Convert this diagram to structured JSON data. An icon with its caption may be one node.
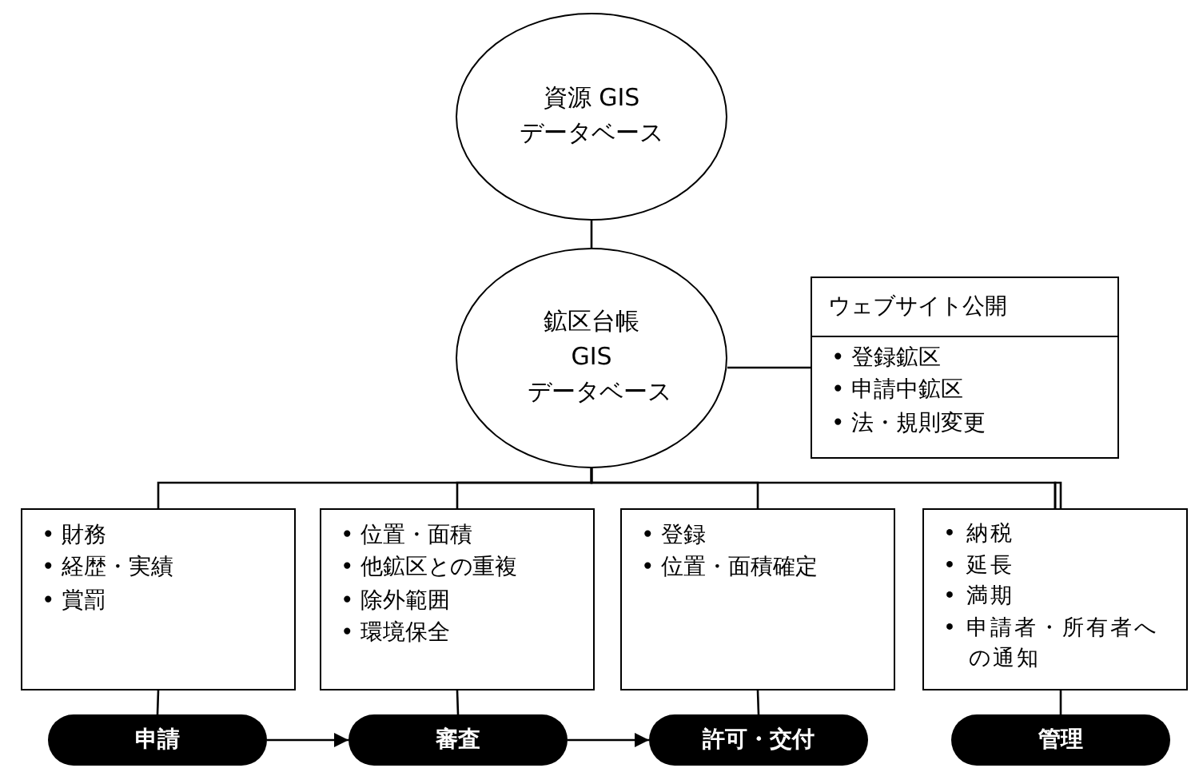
{
  "diagram": {
    "nodes": [
      {
        "text": [
          "資源 GIS データベース"
        ]
      },
      {
        "text": [
          "鉱区台帳 GIS データベース"
        ]
      },
      {
        "text": [
          "ウェブサイト公開",
          "• 登録鉱区",
          "• 申請中鉱区",
          "• 法・規則変更"
        ]
      },
      {
        "text": [
          "• 財務",
          "• 経歴・実績",
          "• 賞罰"
        ]
      },
      {
        "text": [
          "• 位置・面積",
          "• 他鉱区との重複",
          "• 除外範囲",
          "• 環境保全"
        ]
      },
      {
        "text": [
          "• 登録",
          "• 位置・面積確定"
        ]
      },
      {
        "text": [
          "• 納税",
          "• 延長",
          "• 満期",
          "• 申請者・所有者への通知"
        ]
      },
      {
        "text": [
          "申請"
        ]
      },
      {
        "text": [
          "審査"
        ]
      },
      {
        "text": [
          "許可・交付"
        ]
      },
      {
        "text": [
          "管理"
        ]
      }
    ],
    "edges": [
      {
        "from": 0,
        "to": 1,
        "arrow": "none"
      },
      {
        "from": 1,
        "to": 2,
        "arrow": "none"
      },
      {
        "from": 1,
        "to": 3,
        "arrow": "none"
      },
      {
        "from": 1,
        "to": 4,
        "arrow": "none"
      },
      {
        "from": 1,
        "to": 5,
        "arrow": "none"
      },
      {
        "from": 1,
        "to": 6,
        "arrow": "none"
      },
      {
        "from": 3,
        "to": 7,
        "arrow": "none"
      },
      {
        "from": 4,
        "to": 8,
        "arrow": "none"
      },
      {
        "from": 5,
        "to": 9,
        "arrow": "none"
      },
      {
        "from": 6,
        "to": 10,
        "arrow": "none"
      },
      {
        "from": 7,
        "to": 8,
        "arrow": "to"
      },
      {
        "from": 8,
        "to": 9,
        "arrow": "to"
      }
    ]
  }
}
